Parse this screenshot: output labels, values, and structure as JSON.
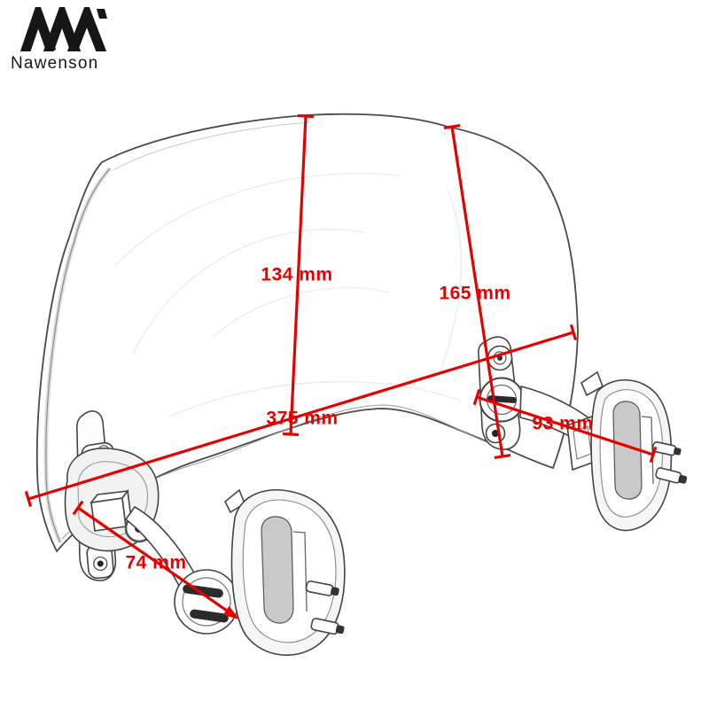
{
  "header": {
    "brand_name": "Nawenson",
    "logo_icon": "nwa-monogram-icon"
  },
  "diagram": {
    "subject": "windscreen-with-mounting-brackets-line-drawing",
    "accent_color": "#e60000",
    "outline_color": "#4a4a4a",
    "measurements": [
      {
        "name": "screen-center-height",
        "label": "134 mm"
      },
      {
        "name": "screen-side-height",
        "label": "165 mm"
      },
      {
        "name": "screen-width",
        "label": "375 mm"
      },
      {
        "name": "right-bracket-span",
        "label": "93 mm"
      },
      {
        "name": "left-bracket-span",
        "label": "74 mm"
      }
    ]
  }
}
